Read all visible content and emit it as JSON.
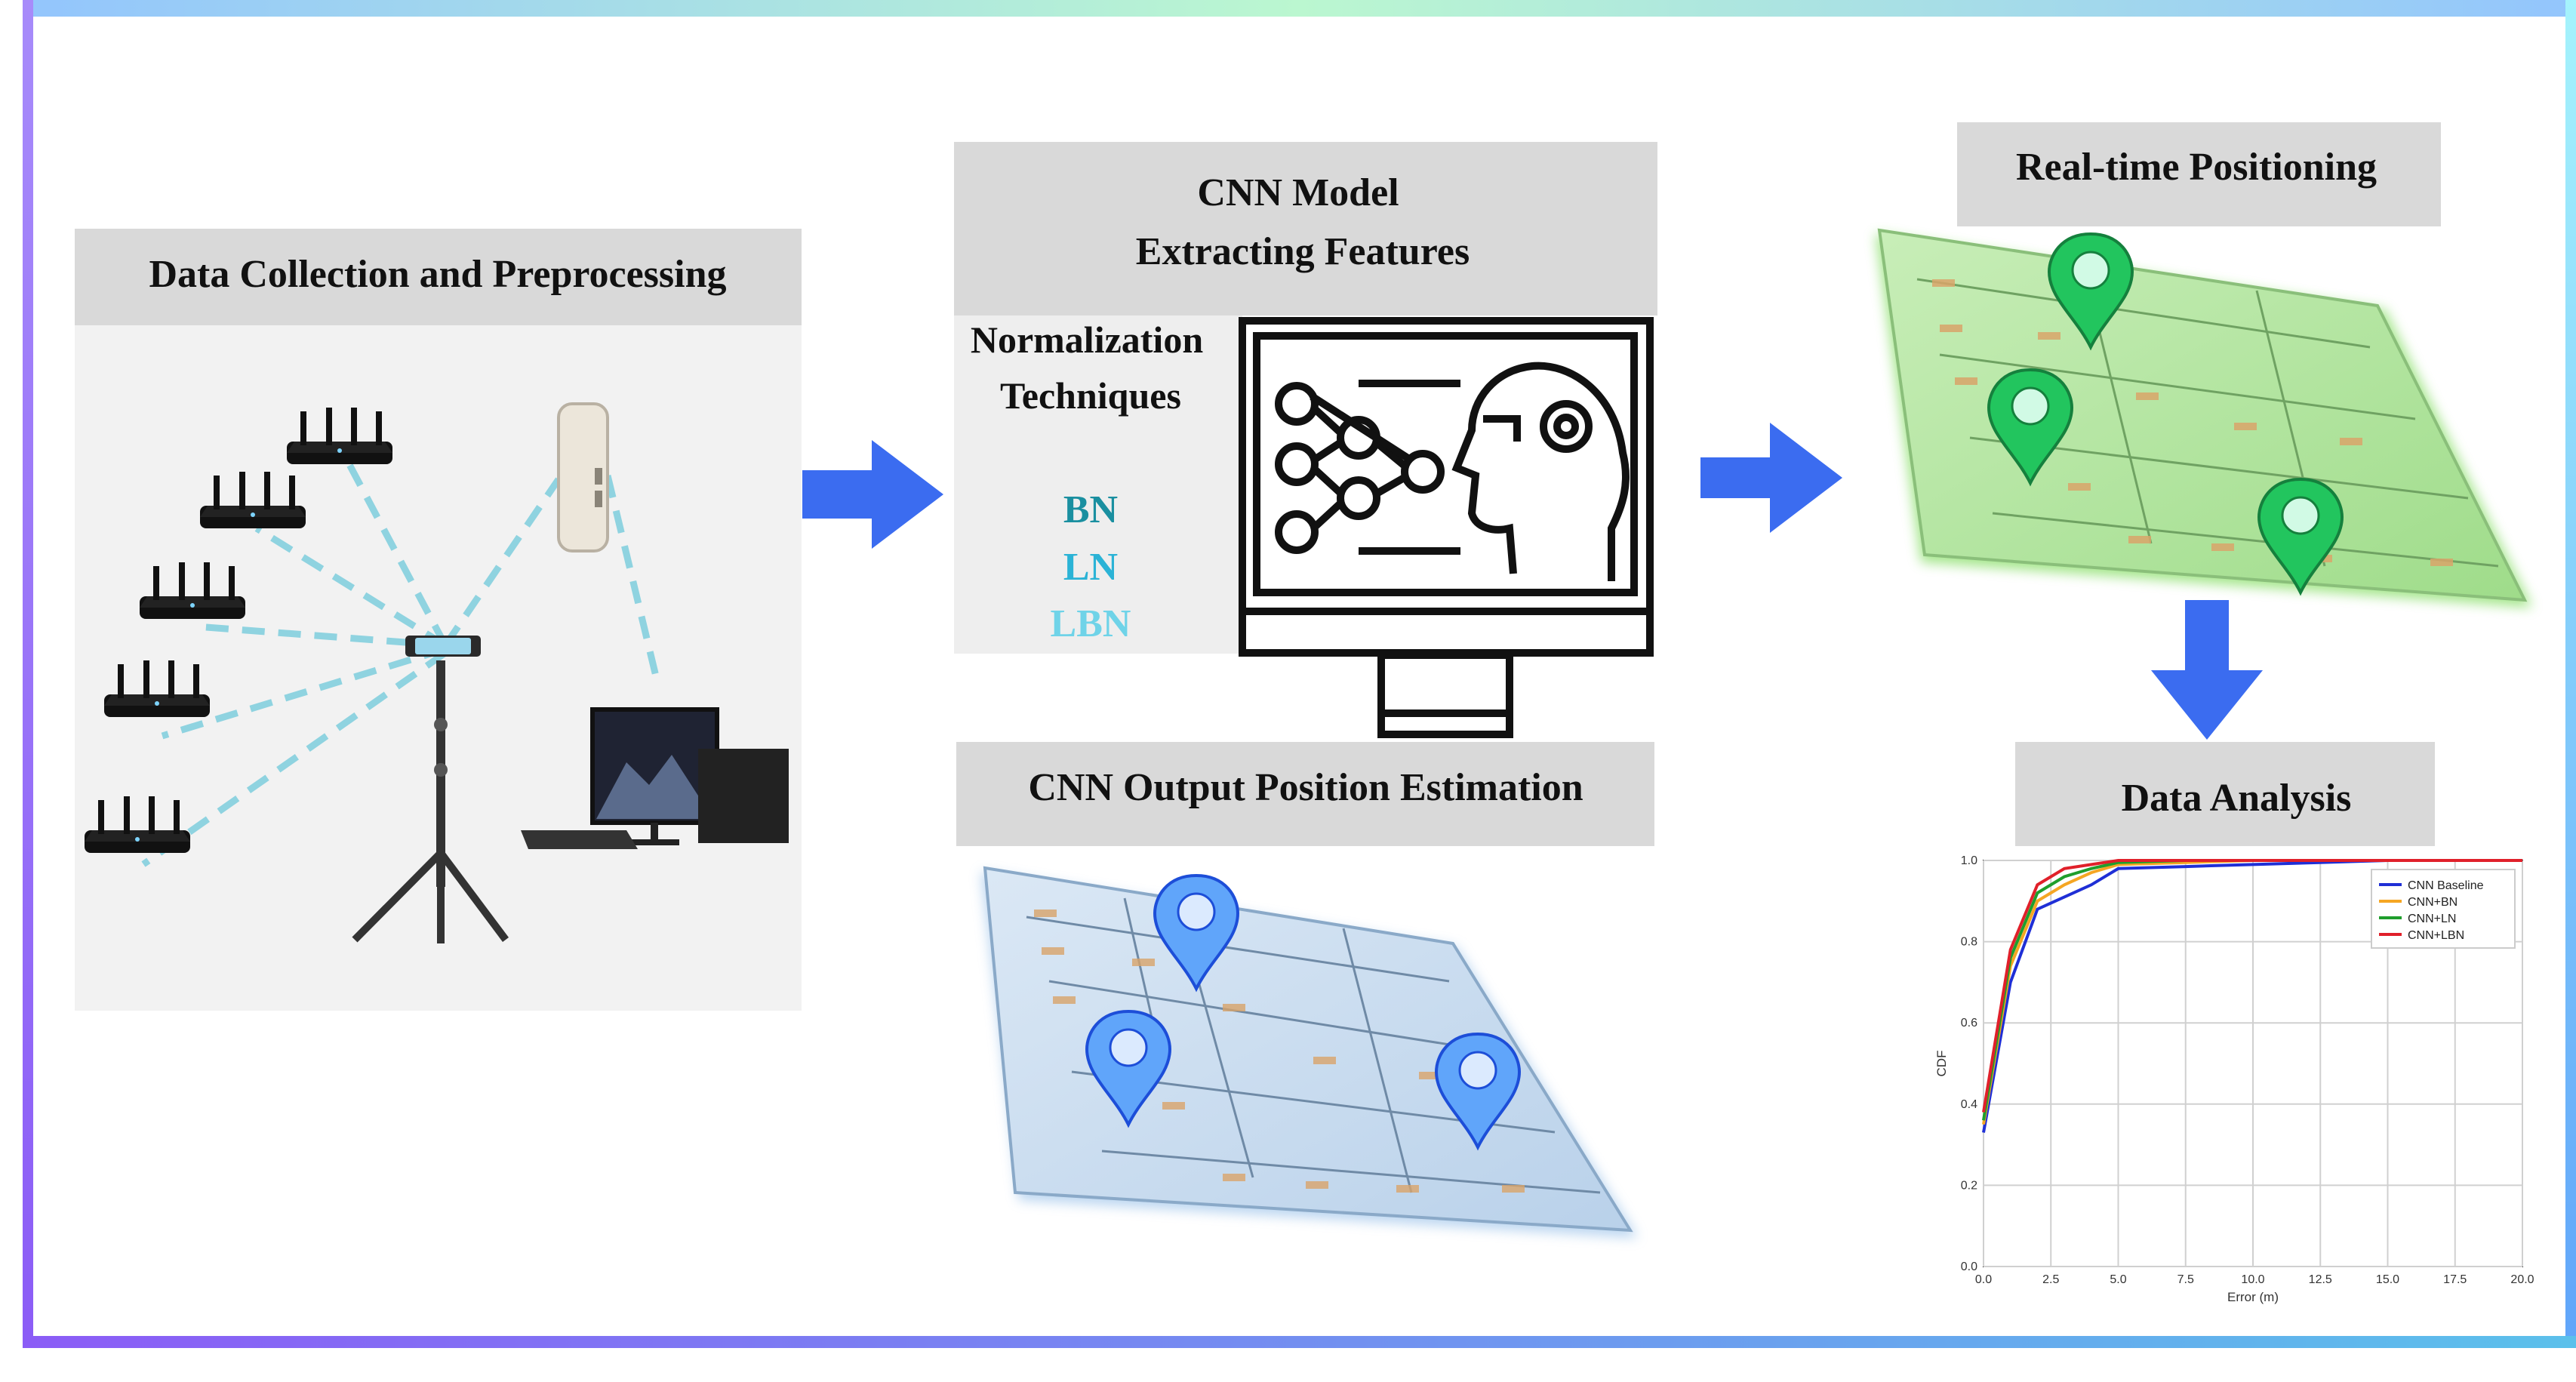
{
  "stages": {
    "collection": {
      "title": "Data Collection and Preprocessing"
    },
    "cnn": {
      "title_line1": "CNN Model",
      "title_line2": "Extracting Features"
    },
    "normalization": {
      "heading_line1": "Normalization",
      "heading_line2": "Techniques",
      "items": [
        "BN",
        "LN",
        "LBN"
      ],
      "item_colors": [
        "#1a8fa0",
        "#2bb3d6",
        "#6fd3e8"
      ]
    },
    "output": {
      "title": "CNN Output Position Estimation"
    },
    "realtime": {
      "title": "Real-time Positioning"
    },
    "analysis": {
      "title": "Data Analysis"
    }
  },
  "colors": {
    "arrow": "#3b6cf0",
    "frame_left": "#8b5cf6",
    "frame_right": "#5bc0eb",
    "frame_top": "#a7f3d0",
    "box": "#d9d9d9",
    "link_dash": "#8fd3e0",
    "green_map": "#b6e6a8",
    "blue_map": "#c9dcef",
    "pin_green": "#22c55e",
    "pin_blue": "#60a5fa"
  },
  "icons": [
    "router-icon",
    "access-point-icon",
    "smartphone-tripod-icon",
    "desktop-computer-icon",
    "neural-network-monitor-icon",
    "ai-head-icon",
    "map-pin-icon",
    "floor-map-icon"
  ],
  "chart_data": {
    "type": "line",
    "title": "",
    "xlabel": "Error (m)",
    "ylabel": "CDF",
    "xlim": [
      0,
      20
    ],
    "ylim": [
      0,
      1
    ],
    "x_ticks": [
      "0.0",
      "2.5",
      "5.0",
      "7.5",
      "10.0",
      "12.5",
      "15.0",
      "17.5",
      "20.0"
    ],
    "y_ticks": [
      "0.0",
      "0.2",
      "0.4",
      "0.6",
      "0.8",
      "1.0"
    ],
    "grid": true,
    "legend_position": "top-right",
    "series": [
      {
        "name": "CNN Baseline",
        "color": "#1f2fd6",
        "x": [
          0,
          1,
          2,
          3,
          4,
          5,
          7.5,
          10,
          12.5,
          15,
          20
        ],
        "y": [
          0.33,
          0.7,
          0.88,
          0.91,
          0.94,
          0.98,
          0.985,
          0.99,
          0.995,
          1.0,
          1.0
        ]
      },
      {
        "name": "CNN+BN",
        "color": "#f5a623",
        "x": [
          0,
          1,
          2,
          3,
          4,
          5,
          7.5,
          10,
          12.5,
          15,
          20
        ],
        "y": [
          0.35,
          0.74,
          0.9,
          0.94,
          0.97,
          0.99,
          0.995,
          1.0,
          1.0,
          1.0,
          1.0
        ]
      },
      {
        "name": "CNN+LN",
        "color": "#1f9e2c",
        "x": [
          0,
          1,
          2,
          3,
          4,
          5,
          7.5,
          10,
          12.5,
          15,
          20
        ],
        "y": [
          0.36,
          0.76,
          0.92,
          0.96,
          0.98,
          0.995,
          1.0,
          1.0,
          1.0,
          1.0,
          1.0
        ]
      },
      {
        "name": "CNN+LBN",
        "color": "#e0202a",
        "x": [
          0,
          1,
          2,
          3,
          4,
          5,
          7.5,
          10,
          12.5,
          15,
          20
        ],
        "y": [
          0.38,
          0.78,
          0.94,
          0.98,
          0.99,
          1.0,
          1.0,
          1.0,
          1.0,
          1.0,
          1.0
        ]
      }
    ]
  }
}
